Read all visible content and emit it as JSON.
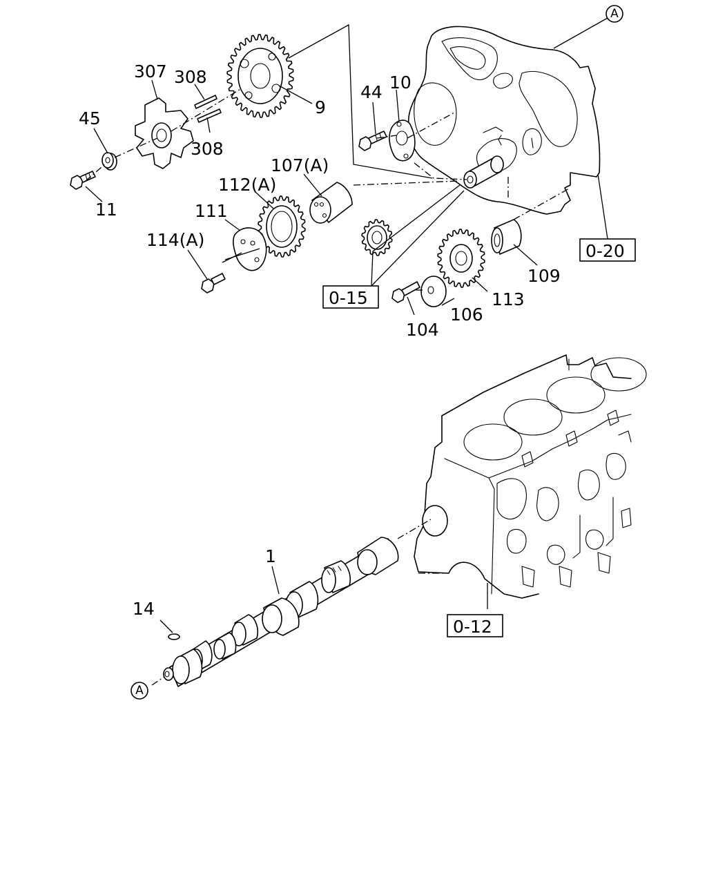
{
  "callouts": {
    "c307": "307",
    "c308a": "308",
    "c308b": "308",
    "c45": "45",
    "c11": "11",
    "c9": "9",
    "c44": "44",
    "c10": "10",
    "c107a": "107(A)",
    "c112a": "112(A)",
    "c111": "111",
    "c114a": "114(A)",
    "c109": "109",
    "c113": "113",
    "c106": "106",
    "c104": "104",
    "c1": "1",
    "c14": "14"
  },
  "refs": {
    "r020": "0-20",
    "r015": "0-15",
    "r012": "0-12"
  },
  "markers": {
    "top": "A",
    "bottom": "A"
  }
}
